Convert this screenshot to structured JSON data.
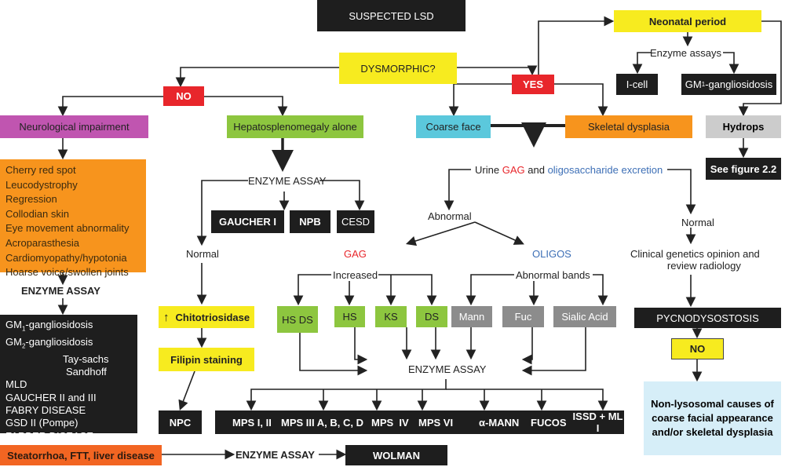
{
  "colors": {
    "black": "#1e1e1e",
    "yellow": "#f7eb1f",
    "red": "#e8262b",
    "green": "#8dc63f",
    "gray": "#8c8c8c",
    "purple": "#c055b0",
    "cyan": "#5bc8dc",
    "orange": "#f7941d",
    "light_gray": "#cccccc",
    "light_blue": "#d6eef8",
    "steatorrhoa": "#f26522",
    "gag_text": "#e8262b",
    "oligos_text": "#3d6fb6"
  },
  "top": {
    "start": "SUSPECTED LSD",
    "dysmorphic": "DYSMORPHIC?",
    "no": "NO",
    "yes": "YES"
  },
  "neonatal": {
    "title": "Neonatal period",
    "assays": "Enzyme assays",
    "icell": "I-cell",
    "gm1": "GM",
    "gm1_sub": "1",
    "gm1_rest": "-gangliosidosis",
    "hydrops": "Hydrops",
    "see_figure": "See figure 2.2"
  },
  "left": {
    "neuro": "Neurological impairment",
    "symptoms": [
      "Cherry red spot",
      "Leucodystrophy",
      "Regression",
      "Collodian skin",
      "Eye movement abnormality",
      "Acroparasthesia",
      "Cardiomyopathy/hypotonia",
      "Hoarse voice/swollen joints"
    ],
    "enzyme_assay": "ENZYME ASSAY",
    "diseases": [
      "GM1-gangliosidosis",
      "GM2-gangliosidosis",
      "Tay-sachs",
      "Sandhoff",
      "MLD",
      "GAUCHER II and III",
      "FABRY DISEASE",
      "GSD II (Pompe)",
      "FARBER DISEASE"
    ],
    "steatorrhoa": "Steatorrhoa, FTT, liver disease",
    "enzyme_assay2": "ENZYME ASSAY",
    "wolman": "WOLMAN"
  },
  "hepato": {
    "title": "Hepatosplenomegaly alone",
    "enzyme_assay": "ENZYME ASSAY",
    "gaucher": "GAUCHER I",
    "npb": "NPB",
    "cesd": "CESD",
    "normal": "Normal",
    "chito_arrow": "↑",
    "chito": "Chitotriosidase",
    "filipin": "Filipin staining",
    "npc": "NPC"
  },
  "coarse": {
    "coarse_face": "Coarse face",
    "skeletal": "Skeletal dysplasia",
    "urine_1": "Urine",
    "urine_gag": "GAG",
    "urine_and": "and",
    "urine_oligo": "oligosaccharide excretion",
    "abnormal": "Abnormal",
    "gag": "GAG",
    "oligos": "OLIGOS",
    "increased": "Increased",
    "abnormal_bands": "Abnormal bands",
    "gag_boxes": [
      "HS DS",
      "HS",
      "KS",
      "DS"
    ],
    "oligo_boxes": [
      "Mann",
      "Fuc",
      "Sialic Acid"
    ],
    "enzyme_assay": "ENZYME ASSAY",
    "results": [
      "MPS I, II",
      "MPS III A, B, C, D",
      "MPS  IV",
      "MPS VI",
      "α-MANN",
      "FUCOS",
      "ISSD + ML I"
    ]
  },
  "right": {
    "normal": "Normal",
    "clinical": "Clinical genetics opinion and",
    "review": "review radiology",
    "pycno": "PYCNODYSOSTOSIS",
    "no": "NO",
    "nonlyso": "Non-lysosomal causes of coarse facial appearance and/or skeletal dysplasia"
  }
}
